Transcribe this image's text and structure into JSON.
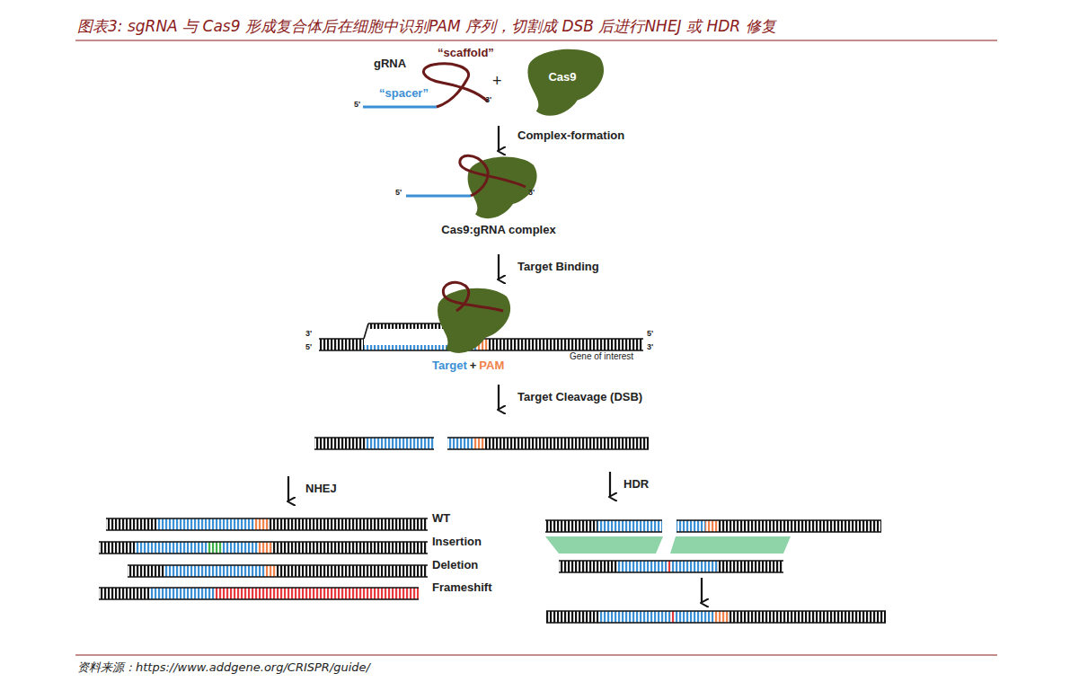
{
  "diagram": {
    "title": "图表3: sgRNA 与 Cas9 形成复合体后在细胞中识别PAM 序列，切割成 DSB 后进行NHEJ 或 HDR 修复",
    "caption": "资料来源：https://www.addgene.org/CRISPR/guide/",
    "nodes": [
      {
        "text": [
          "Cas9"
        ]
      }
    ],
    "labels": [
      "gRNA",
      "“scaffold”",
      "“spacer”",
      "5'",
      "3'",
      "+",
      "Complex-formation",
      "5'",
      "3'",
      "Cas9:gRNA complex",
      "Target Binding",
      "3'",
      "5'",
      "5'",
      "3'",
      "Target",
      "+",
      "PAM",
      "Gene of interest",
      "Target Cleavage (DSB)",
      "NHEJ",
      "HDR",
      "WT",
      "Insertion",
      "Deletion",
      "Frameshift"
    ]
  }
}
